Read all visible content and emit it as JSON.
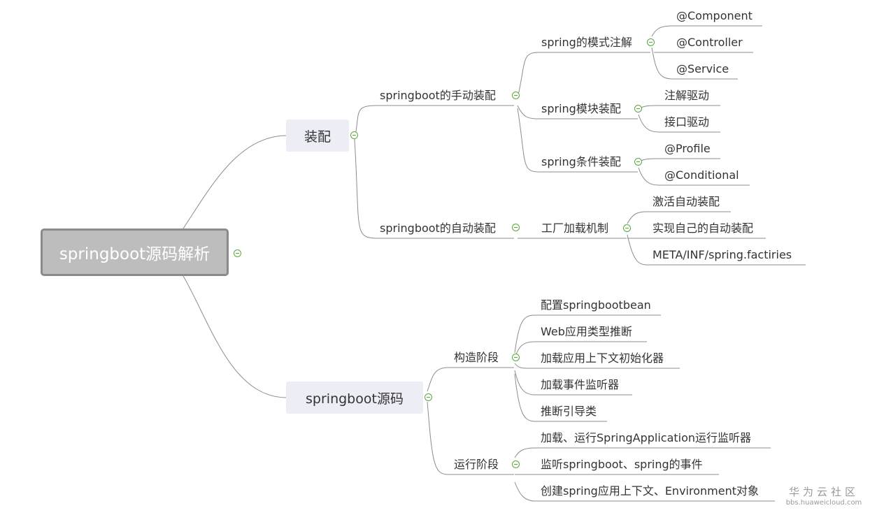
{
  "root": {
    "label": "springboot源码解析"
  },
  "branches": [
    {
      "label": "装配",
      "children": [
        {
          "label": "springboot的手动装配",
          "children": [
            {
              "label": "spring的模式注解",
              "children": [
                "@Component",
                "@Controller",
                "@Service"
              ]
            },
            {
              "label": "spring模块装配",
              "children": [
                "注解驱动",
                "接口驱动"
              ]
            },
            {
              "label": "spring条件装配",
              "children": [
                "@Profile",
                "@Conditional"
              ]
            }
          ]
        },
        {
          "label": "springboot的自动装配",
          "children": [
            {
              "label": "工厂加载机制",
              "children": [
                "激活自动装配",
                "实现自己的自动装配",
                "META/INF/spring.factiries"
              ]
            }
          ]
        }
      ]
    },
    {
      "label": "springboot源码",
      "children": [
        {
          "label": "构造阶段",
          "children": [
            "配置springbootbean",
            "Web应用类型推断",
            "加载应用上下文初始化器",
            "加载事件监听器",
            "推断引导类"
          ]
        },
        {
          "label": "运行阶段",
          "children": [
            "加载、运行SpringApplication运行监听器",
            "监听springboot、spring的事件",
            "创建spring应用上下文、Environment对象"
          ]
        }
      ]
    }
  ],
  "watermark": {
    "title": "华为云社区",
    "url": "bbs.huaweicloud.com"
  },
  "colors": {
    "line": "#8c8c8c",
    "toggle": "#5aa83a",
    "topic_bg": "#ecedf5",
    "root_bg": "#bdbdbd",
    "root_border": "#8a8a8a"
  }
}
